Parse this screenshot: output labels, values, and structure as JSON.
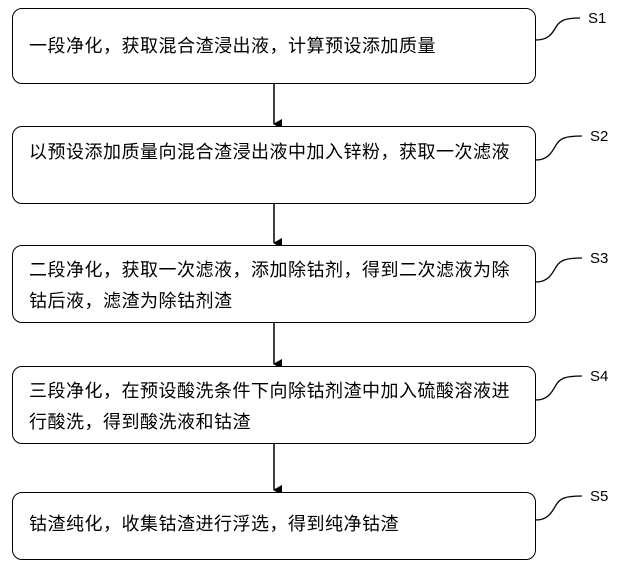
{
  "steps": [
    {
      "id": "S1",
      "text": "一段净化，获取混合渣浸出液，计算预设添加质量"
    },
    {
      "id": "S2",
      "text": "以预设添加质量向混合渣浸出液中加入锌粉，获取一次滤液"
    },
    {
      "id": "S3",
      "text": "二段净化，获取一次滤液，添加除钴剂，得到二次滤液为除钴后液，滤渣为除钴剂渣"
    },
    {
      "id": "S4",
      "text": "三段净化，在预设酸洗条件下向除钴剂渣中加入硫酸溶液进行酸洗，得到酸洗液和钴渣"
    },
    {
      "id": "S5",
      "text": "钴渣纯化，收集钴渣进行浮选，得到纯净钴渣"
    }
  ]
}
